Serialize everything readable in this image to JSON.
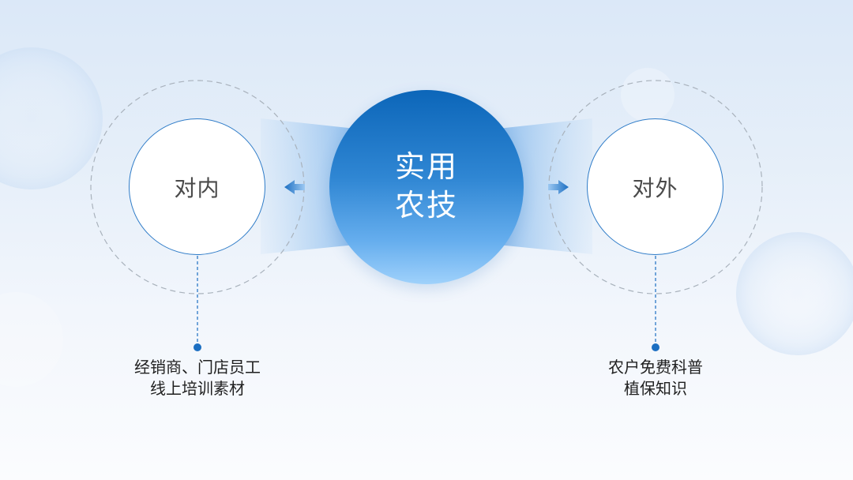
{
  "center": {
    "line1": "实用",
    "line2": "农技"
  },
  "left": {
    "label": "对内",
    "desc_line1": "经销商、门店员工",
    "desc_line2": "线上培训素材",
    "arrow_icon": "arrow-left-icon"
  },
  "right": {
    "label": "对外",
    "desc_line1": "农户免费科普",
    "desc_line2": "植保知识",
    "arrow_icon": "arrow-right-icon"
  },
  "colors": {
    "accent_dark": "#0c66b9",
    "accent_light": "#9fd1fb",
    "circle_border": "#2f7cc8",
    "connector": "#1c6fc2",
    "dashed_ring": "#a9b2bc",
    "background_top": "#dbe8f8",
    "background_bottom": "#fbfcfe"
  }
}
